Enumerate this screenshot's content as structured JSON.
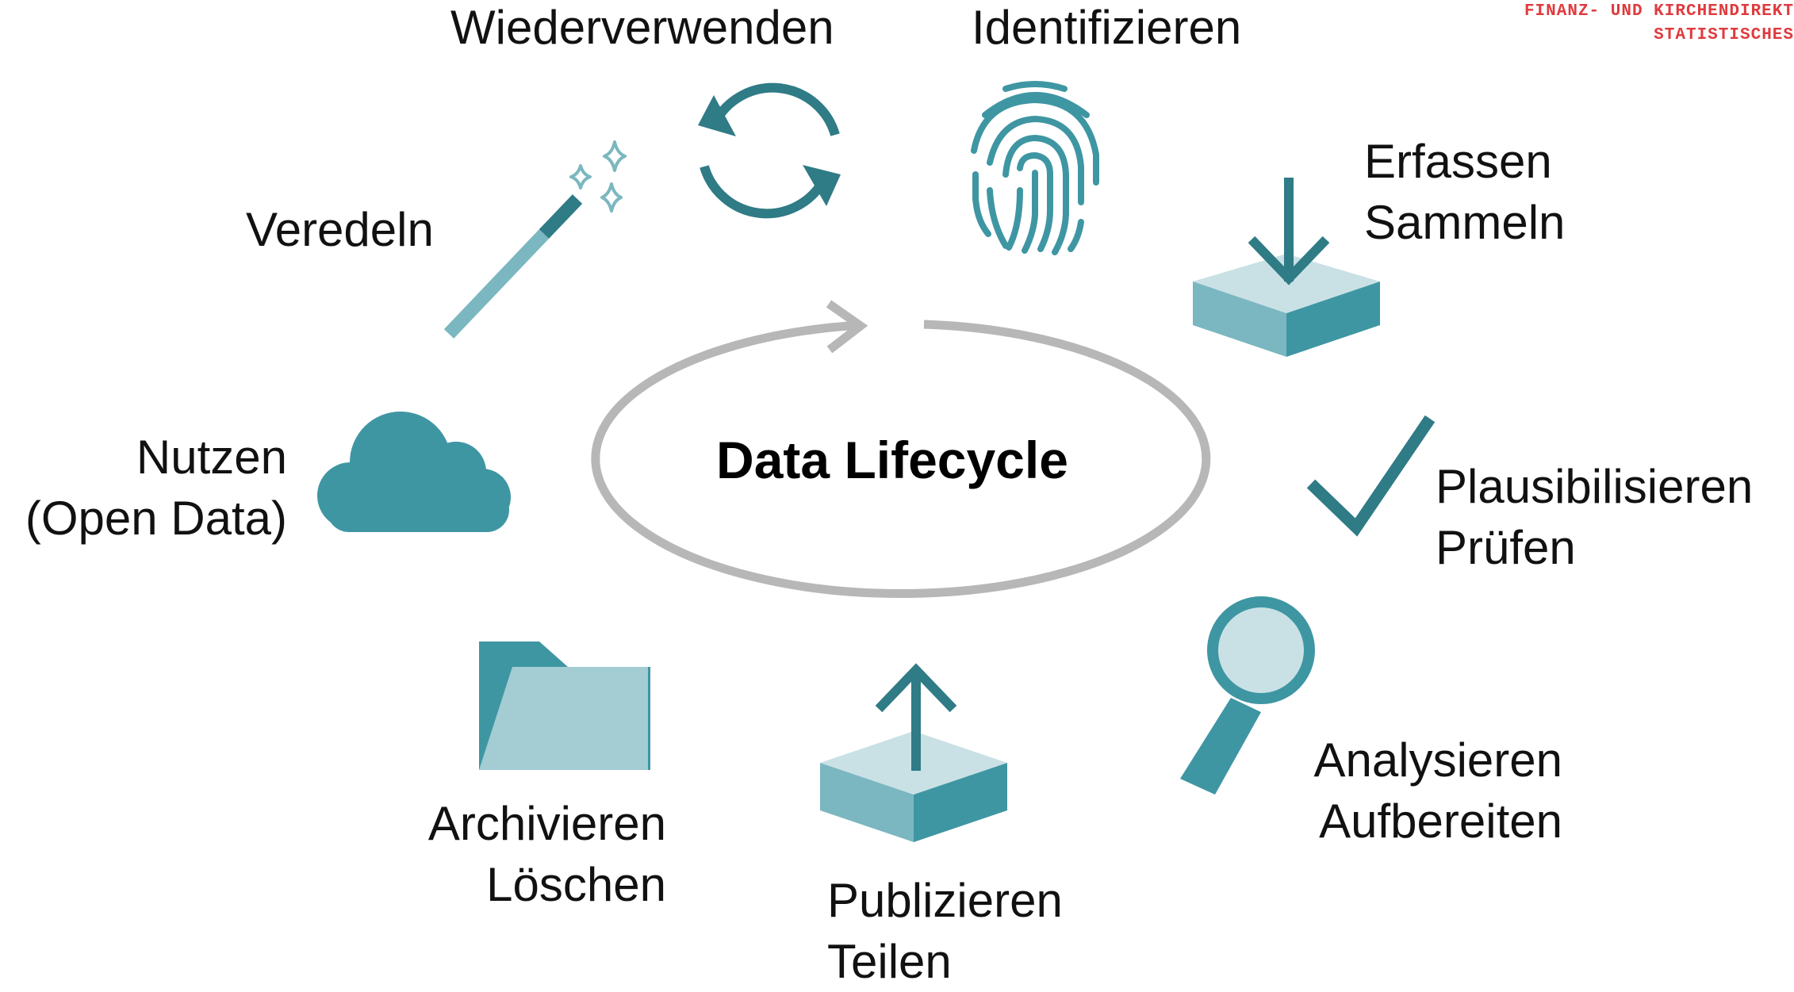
{
  "header": {
    "line1": "FINANZ- UND KIRCHENDIREKT",
    "line2": "STATISTISCHES"
  },
  "center": {
    "title": "Data Lifecycle"
  },
  "colors": {
    "teal_dark": "#2f7b86",
    "teal": "#3f96a3",
    "teal_mid": "#7bb7c0",
    "teal_light": "#c9e1e5",
    "cycle_gray": "#b7b7b7",
    "header_red": "#e03a3e"
  },
  "stages": {
    "wiederverwenden": {
      "label": "Wiederverwenden",
      "icon": "recycle-arrows-icon"
    },
    "identifizieren": {
      "label": "Identifizieren",
      "icon": "fingerprint-icon"
    },
    "erfassen": {
      "line1": "Erfassen",
      "line2": "Sammeln",
      "icon": "download-into-box-icon"
    },
    "plausibilisieren": {
      "line1": "Plausibilisieren",
      "line2": "Prüfen",
      "icon": "checkmark-icon"
    },
    "analysieren": {
      "line1": "Analysieren",
      "line2": "Aufbereiten",
      "icon": "magnifying-glass-icon"
    },
    "publizieren": {
      "line1": "Publizieren",
      "line2": "Teilen",
      "icon": "upload-from-box-icon"
    },
    "archivieren": {
      "line1": "Archivieren",
      "line2": "Löschen",
      "icon": "folder-icon"
    },
    "nutzen": {
      "line1": "Nutzen",
      "line2": "(Open Data)",
      "icon": "cloud-icon"
    },
    "veredeln": {
      "label": "Veredeln",
      "icon": "magic-wand-icon"
    }
  }
}
